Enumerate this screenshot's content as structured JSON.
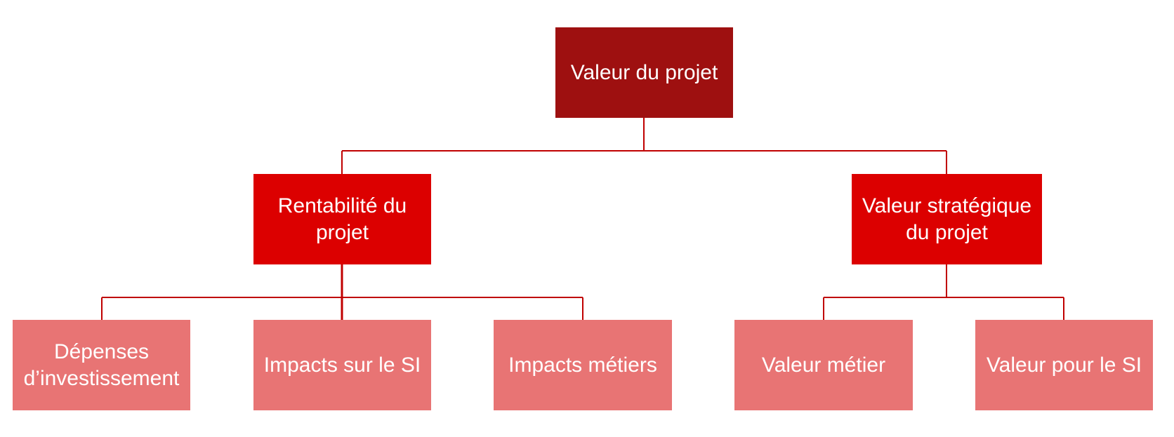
{
  "colors": {
    "root": "#9e1010",
    "level1": "#dc0000",
    "level2": "#e87474",
    "connector": "#c00000"
  },
  "root": {
    "label": "Valeur du projet"
  },
  "level1": [
    {
      "label": "Rentabilité du projet"
    },
    {
      "label": "Valeur stratégique du projet"
    }
  ],
  "level2": [
    {
      "label": "Dépenses d’investissement"
    },
    {
      "label": "Impacts sur le SI"
    },
    {
      "label": "Impacts métiers"
    },
    {
      "label": "Valeur métier"
    },
    {
      "label": "Valeur pour le SI"
    }
  ]
}
